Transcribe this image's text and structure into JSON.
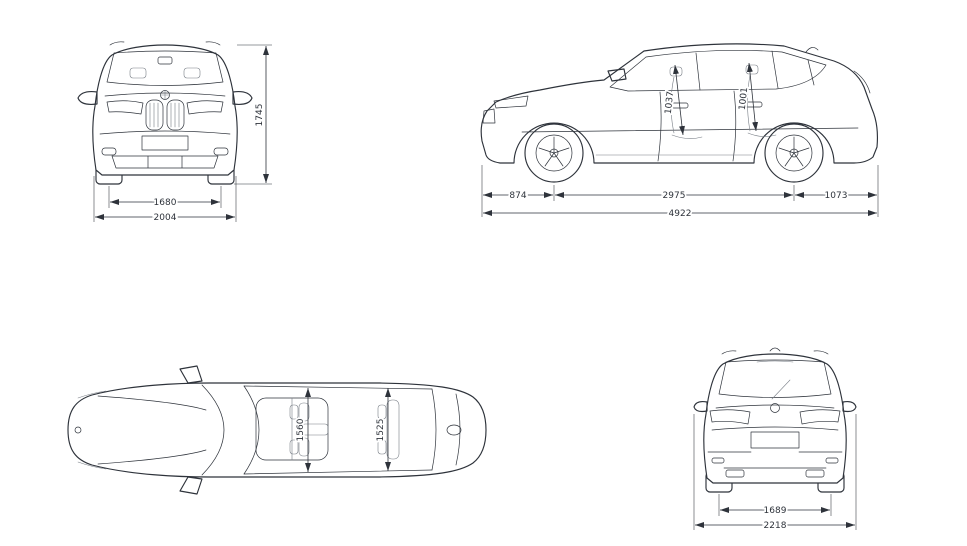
{
  "page": {
    "background": "#ffffff"
  },
  "colors": {
    "line": "#2e333b",
    "dimension_text": "#2e333b"
  },
  "views": {
    "front": {
      "name": "front-view",
      "dims": {
        "overall_height": "1745",
        "front_track": "1680",
        "overall_width": "2004"
      }
    },
    "side": {
      "name": "side-view",
      "dims": {
        "front_headroom": "1037",
        "rear_headroom": "1001",
        "front_overhang": "874",
        "wheelbase": "2975",
        "rear_overhang": "1073",
        "overall_length": "4922"
      }
    },
    "top": {
      "name": "top-view",
      "dims": {
        "front_shoulder_room": "1560",
        "rear_shoulder_room": "1525"
      }
    },
    "rear": {
      "name": "rear-view",
      "dims": {
        "rear_track": "1689",
        "width_incl_mirrors": "2218"
      }
    }
  }
}
